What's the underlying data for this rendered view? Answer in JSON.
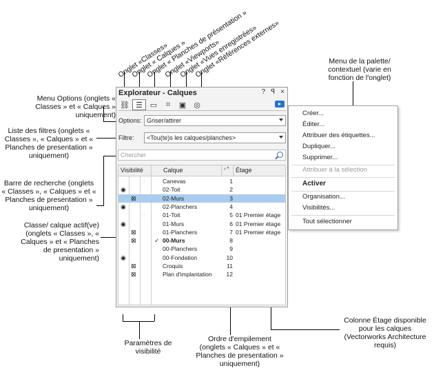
{
  "tab_callouts": [
    "Onglet «Classes»",
    "Onglet « Calques »",
    "Onglet « Planches de présentation »",
    "Onglet «Viewports»",
    "Onglet «Vues enregistrées»",
    "Onglet «Références externes»"
  ],
  "callouts": {
    "menu_options": "Menu Options (onglets « Classes » et « Calques » uniquement)",
    "filter_list": "Liste des filtres (onglets « Classes », « Calques » et « Planches de presentation » uniquement)",
    "search_bar": "Barre de recherche (onglets « Classes », « Calques » et « Planches de presentation » uniquement)",
    "active_class": "Classe/ calque actif(ve) (onglets « Classes », « Calques » et « Planches de presentation » uniquement)",
    "visibility_params": "Paramètres de visibilité",
    "stacking_order": "Ordre d'empilement (onglets « Calques » et « Planches de presentation » uniquement)",
    "floor_column": "Colonne Étage disponible pour les calques (Vectorworks Architecture requis)",
    "palette_menu": "Menu de la palette/ contextuel (varie en fonction de l'onglet)"
  },
  "palette": {
    "title": "Explorateur - Calques",
    "title_buttons": [
      "?",
      "ꟼ",
      "×"
    ],
    "options_label": "Options:",
    "options_value": "Griser/attirer",
    "filter_label": "Filtre:",
    "filter_value": "<Tou(te)s les calques/planches>",
    "search_placeholder": "Chercher",
    "columns": [
      "Visibilité",
      "Calque",
      "‹ ^",
      "Étage"
    ],
    "rows": [
      {
        "vis": "",
        "hidden": "",
        "name": "Canevas",
        "order": "1",
        "floor": ""
      },
      {
        "vis": "",
        "hidden": "",
        "name": "02-Toit",
        "order": "2",
        "floor": ""
      },
      {
        "vis": "",
        "hidden": "",
        "name": "02-Murs",
        "order": "3",
        "floor": ""
      },
      {
        "vis": "",
        "hidden": "",
        "name": "02-Planchers",
        "order": "4",
        "floor": ""
      },
      {
        "vis": "",
        "hidden": "",
        "name": "01-Toit",
        "order": "5",
        "floor": "01 Premier étage"
      },
      {
        "vis": "",
        "hidden": "",
        "name": "01-Murs",
        "order": "6",
        "floor": "01 Premier étage"
      },
      {
        "vis": "",
        "hidden": "",
        "name": "01-Planchers",
        "order": "7",
        "floor": "01 Premier étage"
      },
      {
        "vis": "",
        "hidden": "",
        "name": "00-Murs",
        "order": "8",
        "floor": ""
      },
      {
        "vis": "",
        "hidden": "",
        "name": "00-Planchers",
        "order": "9",
        "floor": ""
      },
      {
        "vis": "",
        "hidden": "",
        "name": "00-Fondation",
        "order": "10",
        "floor": ""
      },
      {
        "vis": "",
        "hidden": "",
        "name": "Croquis",
        "order": "11",
        "floor": ""
      },
      {
        "vis": "",
        "hidden": "",
        "name": "Plan d'implantation",
        "order": "12",
        "floor": ""
      }
    ]
  },
  "context_menu": {
    "items": [
      "Créer...",
      "Éditer...",
      "Attribuer des étiquettes...",
      "Dupliquer...",
      "Supprimer...",
      "Attribuer à la sélection",
      "Activer",
      "Organisation...",
      "Visibilités...",
      "Tout sélectionner"
    ]
  },
  "colors": {
    "selected_row": "#a9ccef",
    "accent": "#2a72c7"
  }
}
